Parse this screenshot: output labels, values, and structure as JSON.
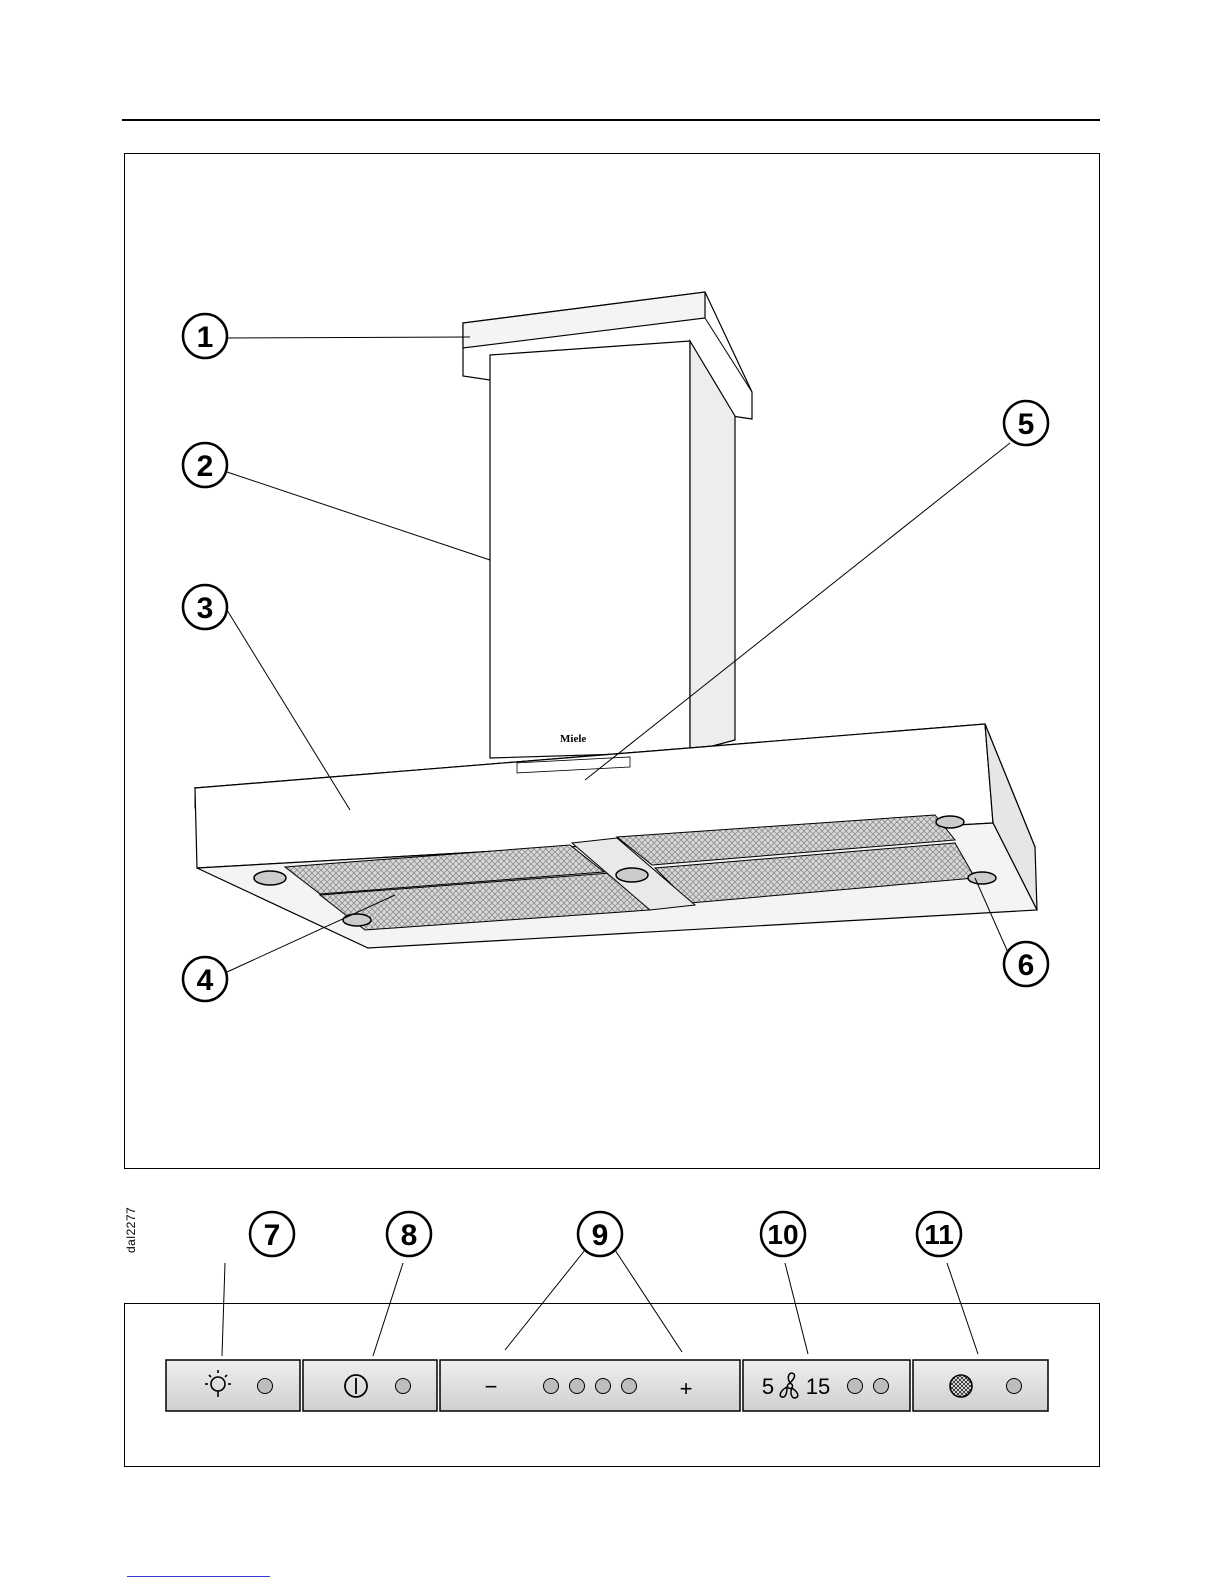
{
  "drawing_code": "dal2277",
  "brand_logo": "Miele",
  "callouts": {
    "c1": "1",
    "c2": "2",
    "c3": "3",
    "c4": "4",
    "c5": "5",
    "c6": "6",
    "c7": "7",
    "c8": "8",
    "c9": "9",
    "c10": "10",
    "c11": "11"
  },
  "control_panel": {
    "light_button": {
      "icon": "light-bulb-icon"
    },
    "power_button": {
      "icon": "power-icon"
    },
    "fan_power_buttons": {
      "minus_label": "−",
      "plus_label": "+",
      "levels": 4
    },
    "timer_button": {
      "left_label": "5",
      "right_label": "15",
      "icon": "fan-icon"
    },
    "filter_button": {
      "icon": "grease-filter-icon"
    }
  }
}
